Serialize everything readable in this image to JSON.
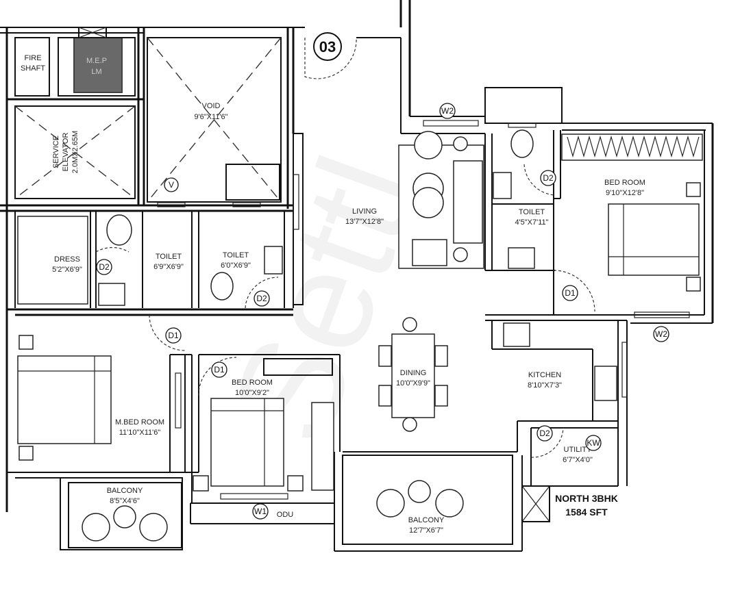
{
  "unit_number": "03",
  "plan_title": {
    "line1": "NORTH 3BHK",
    "line2": "1584 SFT"
  },
  "watermark": "Settl",
  "rooms": [
    {
      "id": "fire-shaft",
      "name": "FIRE\nSHAFT",
      "dims": ""
    },
    {
      "id": "mep",
      "name": "M.E.P",
      "dims": "LM"
    },
    {
      "id": "service-elevator",
      "name": "SERVICE\nELEVATOR",
      "dims": "2.0MX2.65M"
    },
    {
      "id": "void",
      "name": "VOID",
      "dims": "9'6\"X11'6\""
    },
    {
      "id": "living",
      "name": "LIVING",
      "dims": "13'7\"X12'8\""
    },
    {
      "id": "bedroom-east",
      "name": "BED ROOM",
      "dims": "9'10\"X12'8\""
    },
    {
      "id": "toilet-east",
      "name": "TOILET",
      "dims": "4'5\"X7'11\""
    },
    {
      "id": "dress",
      "name": "DRESS",
      "dims": "5'2\"X6'9\""
    },
    {
      "id": "toilet-master",
      "name": "TOILET",
      "dims": "6'9\"X6'9\""
    },
    {
      "id": "toilet-bed",
      "name": "TOILET",
      "dims": "6'0\"X6'9\""
    },
    {
      "id": "master-bedroom",
      "name": "M.BED ROOM",
      "dims": "11'10\"X11'6\""
    },
    {
      "id": "bedroom-south",
      "name": "BED ROOM",
      "dims": "10'0\"X9'2\""
    },
    {
      "id": "dining",
      "name": "DINING",
      "dims": "10'0\"X9'9\""
    },
    {
      "id": "kitchen",
      "name": "KITCHEN",
      "dims": "8'10\"X7'3\""
    },
    {
      "id": "utility",
      "name": "UTILITY",
      "dims": "6'7\"X4'0\""
    },
    {
      "id": "balcony-west",
      "name": "BALCONY",
      "dims": "8'5\"X4'6\""
    },
    {
      "id": "balcony-south",
      "name": "BALCONY",
      "dims": "12'7\"X6'7\""
    },
    {
      "id": "odu",
      "name": "ODU",
      "dims": ""
    }
  ],
  "tags": {
    "d1": "D1",
    "d2": "D2",
    "w1": "W1",
    "w2": "W2",
    "kw": "KW",
    "v": "V"
  }
}
